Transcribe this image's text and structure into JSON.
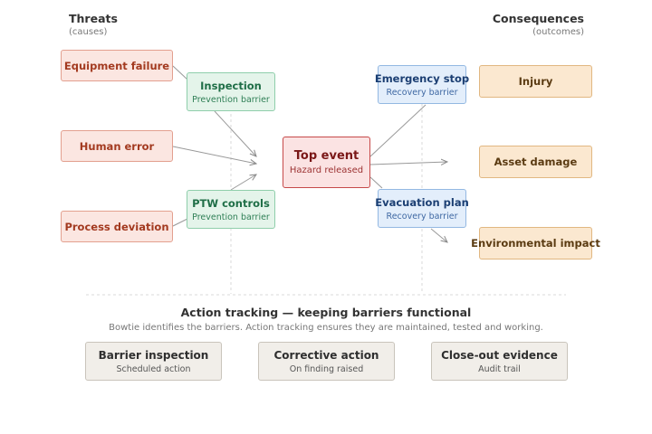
{
  "headers": {
    "threats_title": "Threats",
    "threats_sub": "(causes)",
    "consequences_title": "Consequences",
    "consequences_sub": "(outcomes)"
  },
  "threats": [
    {
      "label": "Equipment failure"
    },
    {
      "label": "Human error"
    },
    {
      "label": "Process deviation"
    }
  ],
  "prevention_barriers": [
    {
      "title": "Inspection",
      "subtitle": "Prevention barrier"
    },
    {
      "title": "PTW controls",
      "subtitle": "Prevention barrier"
    }
  ],
  "top_event": {
    "title": "Top event",
    "subtitle": "Hazard released"
  },
  "recovery_barriers": [
    {
      "title": "Emergency stop",
      "subtitle": "Recovery barrier"
    },
    {
      "title": "Evacuation plan",
      "subtitle": "Recovery barrier"
    }
  ],
  "consequences": [
    {
      "label": "Injury"
    },
    {
      "label": "Asset damage"
    },
    {
      "label": "Environmental impact"
    }
  ],
  "action_tracking": {
    "title": "Action tracking — keeping barriers functional",
    "subtitle": "Bowtie identifies the barriers. Action tracking ensures they are maintained, tested and working.",
    "items": [
      {
        "title": "Barrier inspection",
        "subtitle": "Scheduled action"
      },
      {
        "title": "Corrective action",
        "subtitle": "On finding raised"
      },
      {
        "title": "Close-out evidence",
        "subtitle": "Audit trail"
      }
    ]
  },
  "colors": {
    "threat": "#a33a20",
    "prevention": "#1f6e47",
    "top_event": "#c64949",
    "recovery": "#1c3f73",
    "consequence": "#e1b781",
    "connector": "#999999"
  }
}
